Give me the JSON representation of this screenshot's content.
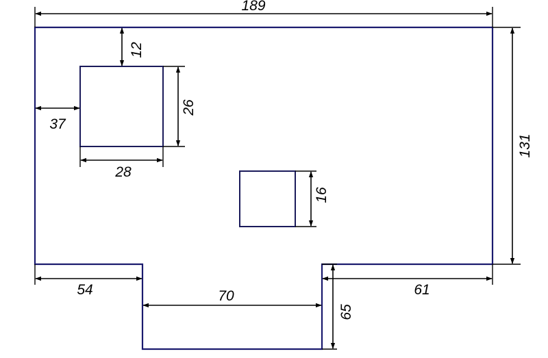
{
  "diagram": {
    "colors": {
      "outline": "#1a1a6e",
      "dimension": "#000000",
      "background": "#ffffff"
    },
    "dimensions": {
      "overall_width": "189",
      "overall_height": "131",
      "top_gap": "12",
      "left_gap": "37",
      "square_height": "26",
      "square_width": "28",
      "small_square": "16",
      "left_ledge": "54",
      "tab_width": "70",
      "right_ledge": "61",
      "tab_depth": "65"
    }
  }
}
